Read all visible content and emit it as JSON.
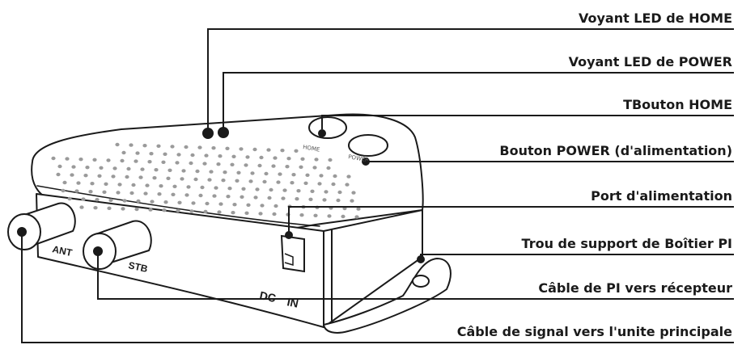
{
  "callouts": [
    {
      "id": "home-led",
      "label": "Voyant LED de HOME"
    },
    {
      "id": "power-led",
      "label": "Voyant LED de POWER"
    },
    {
      "id": "home-button",
      "label": "TBouton HOME"
    },
    {
      "id": "power-button",
      "label": "Bouton POWER (d'alimentation)"
    },
    {
      "id": "power-port",
      "label": "Port d'alimentation"
    },
    {
      "id": "mount-hole",
      "label": "Trou de support de Boîtier PI"
    },
    {
      "id": "pi-cable",
      "label": "Câble de PI vers récepteur"
    },
    {
      "id": "signal-cable",
      "label": "Câble de signal vers l'unite principale"
    }
  ],
  "device_labels": {
    "ant": "ANT",
    "stb": "STB",
    "dc": "DC",
    "in": "IN"
  },
  "colors": {
    "line": "#1a1a1a",
    "body_fill": "#ffffff",
    "vent": "#9a9a9a"
  }
}
